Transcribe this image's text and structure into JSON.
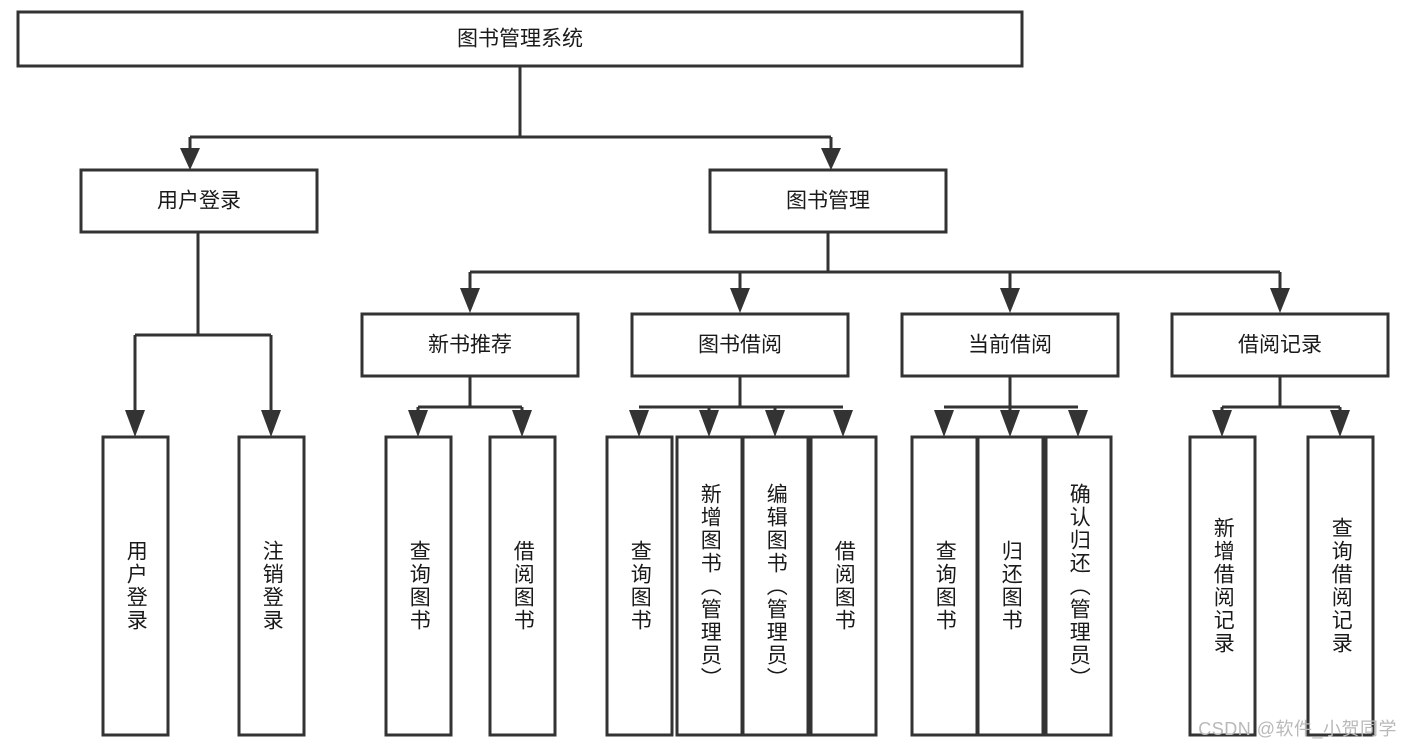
{
  "diagram": {
    "title": "图书管理系统",
    "watermark": "CSDN @软件_小贺同学",
    "colors": {
      "stroke": "#333333",
      "box_fill": "#ffffff",
      "text": "#1a1a1a",
      "watermark": "#b9b9b9",
      "background": "#ffffff"
    },
    "levels": {
      "root": {
        "label": "图书管理系统"
      },
      "level2": [
        {
          "label": "用户登录"
        },
        {
          "label": "图书管理"
        }
      ],
      "level3": [
        {
          "label": "新书推荐"
        },
        {
          "label": "图书借阅"
        },
        {
          "label": "当前借阅"
        },
        {
          "label": "借阅记录"
        }
      ],
      "leaves": {
        "user_login": [
          {
            "label": "用户登录"
          },
          {
            "label": "注销登录"
          }
        ],
        "new_book_recommend": [
          {
            "label": "查询图书"
          },
          {
            "label": "借阅图书"
          }
        ],
        "book_borrow": [
          {
            "label": "查询图书"
          },
          {
            "label": "新增图书（管理员）"
          },
          {
            "label": "编辑图书（管理员）"
          },
          {
            "label": "借阅图书"
          }
        ],
        "current_borrow": [
          {
            "label": "查询图书"
          },
          {
            "label": "归还图书"
          },
          {
            "label": "确认归还（管理员）"
          }
        ],
        "borrow_record": [
          {
            "label": "新增借阅记录"
          },
          {
            "label": "查询借阅记录"
          }
        ]
      }
    }
  }
}
